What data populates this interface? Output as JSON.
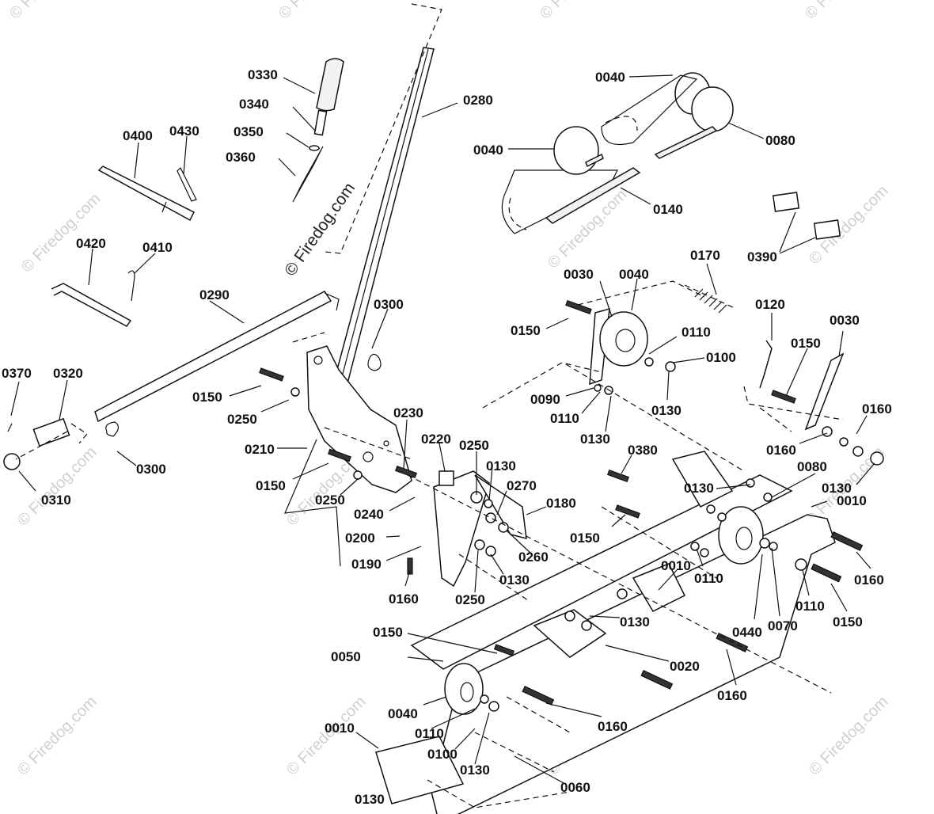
{
  "watermark": {
    "text": "© Firedog.com"
  },
  "callouts": [
    {
      "id": "c-0330",
      "text": "0330"
    },
    {
      "id": "c-0340",
      "text": "0340"
    },
    {
      "id": "c-0350",
      "text": "0350"
    },
    {
      "id": "c-0360",
      "text": "0360"
    },
    {
      "id": "c-0400",
      "text": "0400"
    },
    {
      "id": "c-0430",
      "text": "0430"
    },
    {
      "id": "c-0420",
      "text": "0420"
    },
    {
      "id": "c-0410",
      "text": "0410"
    },
    {
      "id": "c-0280",
      "text": "0280"
    },
    {
      "id": "c-0290",
      "text": "0290"
    },
    {
      "id": "c-0300a",
      "text": "0300"
    },
    {
      "id": "c-0300b",
      "text": "0300"
    },
    {
      "id": "c-0370",
      "text": "0370"
    },
    {
      "id": "c-0320",
      "text": "0320"
    },
    {
      "id": "c-0310",
      "text": "0310"
    },
    {
      "id": "c-0150a",
      "text": "0150"
    },
    {
      "id": "c-0250a",
      "text": "0250"
    },
    {
      "id": "c-0210",
      "text": "0210"
    },
    {
      "id": "c-0150b",
      "text": "0150"
    },
    {
      "id": "c-0250b",
      "text": "0250"
    },
    {
      "id": "c-0240",
      "text": "0240"
    },
    {
      "id": "c-0200",
      "text": "0200"
    },
    {
      "id": "c-0190",
      "text": "0190"
    },
    {
      "id": "c-0160a",
      "text": "0160"
    },
    {
      "id": "c-0230",
      "text": "0230"
    },
    {
      "id": "c-0220",
      "text": "0220"
    },
    {
      "id": "c-0250c",
      "text": "0250"
    },
    {
      "id": "c-0130a",
      "text": "0130"
    },
    {
      "id": "c-0270",
      "text": "0270"
    },
    {
      "id": "c-0180",
      "text": "0180"
    },
    {
      "id": "c-0260",
      "text": "0260"
    },
    {
      "id": "c-0130b",
      "text": "0130"
    },
    {
      "id": "c-0250d",
      "text": "0250"
    },
    {
      "id": "c-0040a",
      "text": "0040"
    },
    {
      "id": "c-0040b",
      "text": "0040"
    },
    {
      "id": "c-0080a",
      "text": "0080"
    },
    {
      "id": "c-0140",
      "text": "0140"
    },
    {
      "id": "c-0390",
      "text": "0390"
    },
    {
      "id": "c-0030a",
      "text": "0030"
    },
    {
      "id": "c-0040c",
      "text": "0040"
    },
    {
      "id": "c-0170",
      "text": "0170"
    },
    {
      "id": "c-0150c",
      "text": "0150"
    },
    {
      "id": "c-0110a",
      "text": "0110"
    },
    {
      "id": "c-0100a",
      "text": "0100"
    },
    {
      "id": "c-0090",
      "text": "0090"
    },
    {
      "id": "c-0110b",
      "text": "0110"
    },
    {
      "id": "c-0130c",
      "text": "0130"
    },
    {
      "id": "c-0130d",
      "text": "0130"
    },
    {
      "id": "c-0120",
      "text": "0120"
    },
    {
      "id": "c-0150d",
      "text": "0150"
    },
    {
      "id": "c-0030b",
      "text": "0030"
    },
    {
      "id": "c-0160b",
      "text": "0160"
    },
    {
      "id": "c-0160c",
      "text": "0160"
    },
    {
      "id": "c-0380",
      "text": "0380"
    },
    {
      "id": "c-0130e",
      "text": "0130"
    },
    {
      "id": "c-0080b",
      "text": "0080"
    },
    {
      "id": "c-0130f",
      "text": "0130"
    },
    {
      "id": "c-0010a",
      "text": "0010"
    },
    {
      "id": "c-0150e",
      "text": "0150"
    },
    {
      "id": "c-0110c",
      "text": "0110"
    },
    {
      "id": "c-0010b",
      "text": "0010"
    },
    {
      "id": "c-0160d",
      "text": "0160"
    },
    {
      "id": "c-0130g",
      "text": "0130"
    },
    {
      "id": "c-0440",
      "text": "0440"
    },
    {
      "id": "c-0070",
      "text": "0070"
    },
    {
      "id": "c-0110d",
      "text": "0110"
    },
    {
      "id": "c-0150f",
      "text": "0150"
    },
    {
      "id": "c-0150g",
      "text": "0150"
    },
    {
      "id": "c-0050",
      "text": "0050"
    },
    {
      "id": "c-0020",
      "text": "0020"
    },
    {
      "id": "c-0160e",
      "text": "0160"
    },
    {
      "id": "c-0040d",
      "text": "0040"
    },
    {
      "id": "c-0160f",
      "text": "0160"
    },
    {
      "id": "c-0010c",
      "text": "0010"
    },
    {
      "id": "c-0110e",
      "text": "0110"
    },
    {
      "id": "c-0100b",
      "text": "0100"
    },
    {
      "id": "c-0130h",
      "text": "0130"
    },
    {
      "id": "c-0130i",
      "text": "0130"
    },
    {
      "id": "c-0060",
      "text": "0060"
    }
  ]
}
